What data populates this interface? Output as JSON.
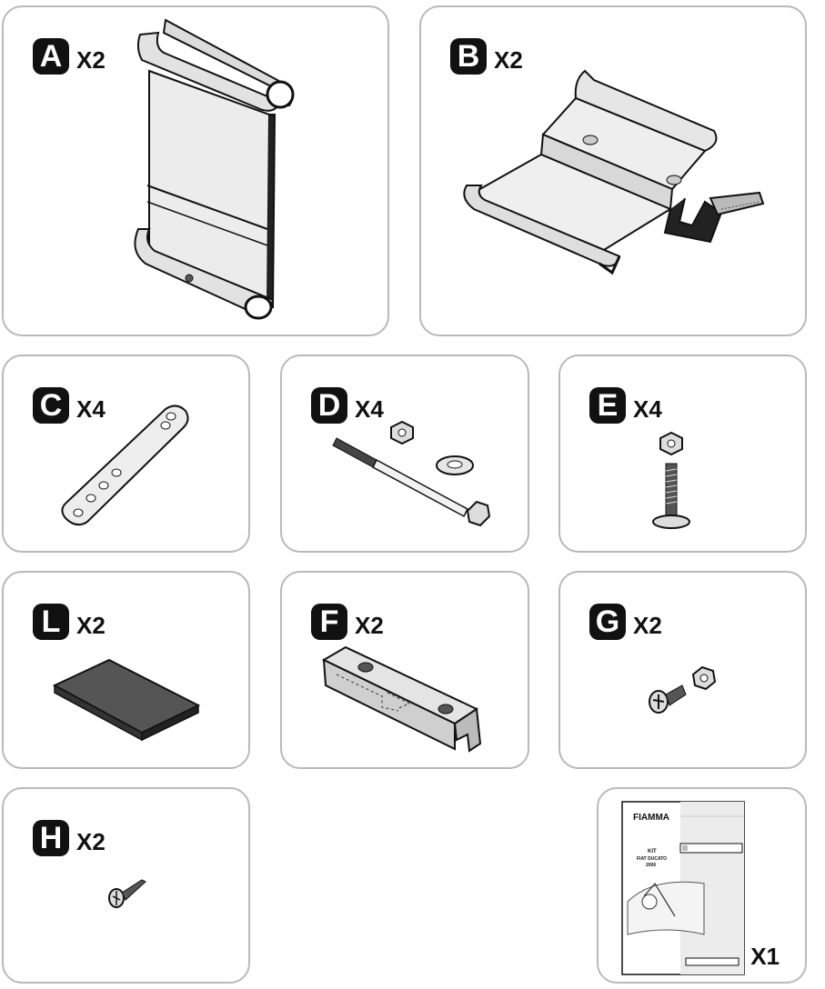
{
  "panels": {
    "A": {
      "letter": "A",
      "qty": "X2"
    },
    "B": {
      "letter": "B",
      "qty": "X2"
    },
    "C": {
      "letter": "C",
      "qty": "X4"
    },
    "D": {
      "letter": "D",
      "qty": "X4"
    },
    "E": {
      "letter": "E",
      "qty": "X4"
    },
    "L": {
      "letter": "L",
      "qty": "X2"
    },
    "F": {
      "letter": "F",
      "qty": "X2"
    },
    "G": {
      "letter": "G",
      "qty": "X2"
    },
    "H": {
      "letter": "H",
      "qty": "X2"
    },
    "manual": {
      "qty": "X1",
      "brand": "FIAMMA",
      "kit": "KIT",
      "model": "FIAT DUCATO",
      "year": "2006"
    }
  }
}
